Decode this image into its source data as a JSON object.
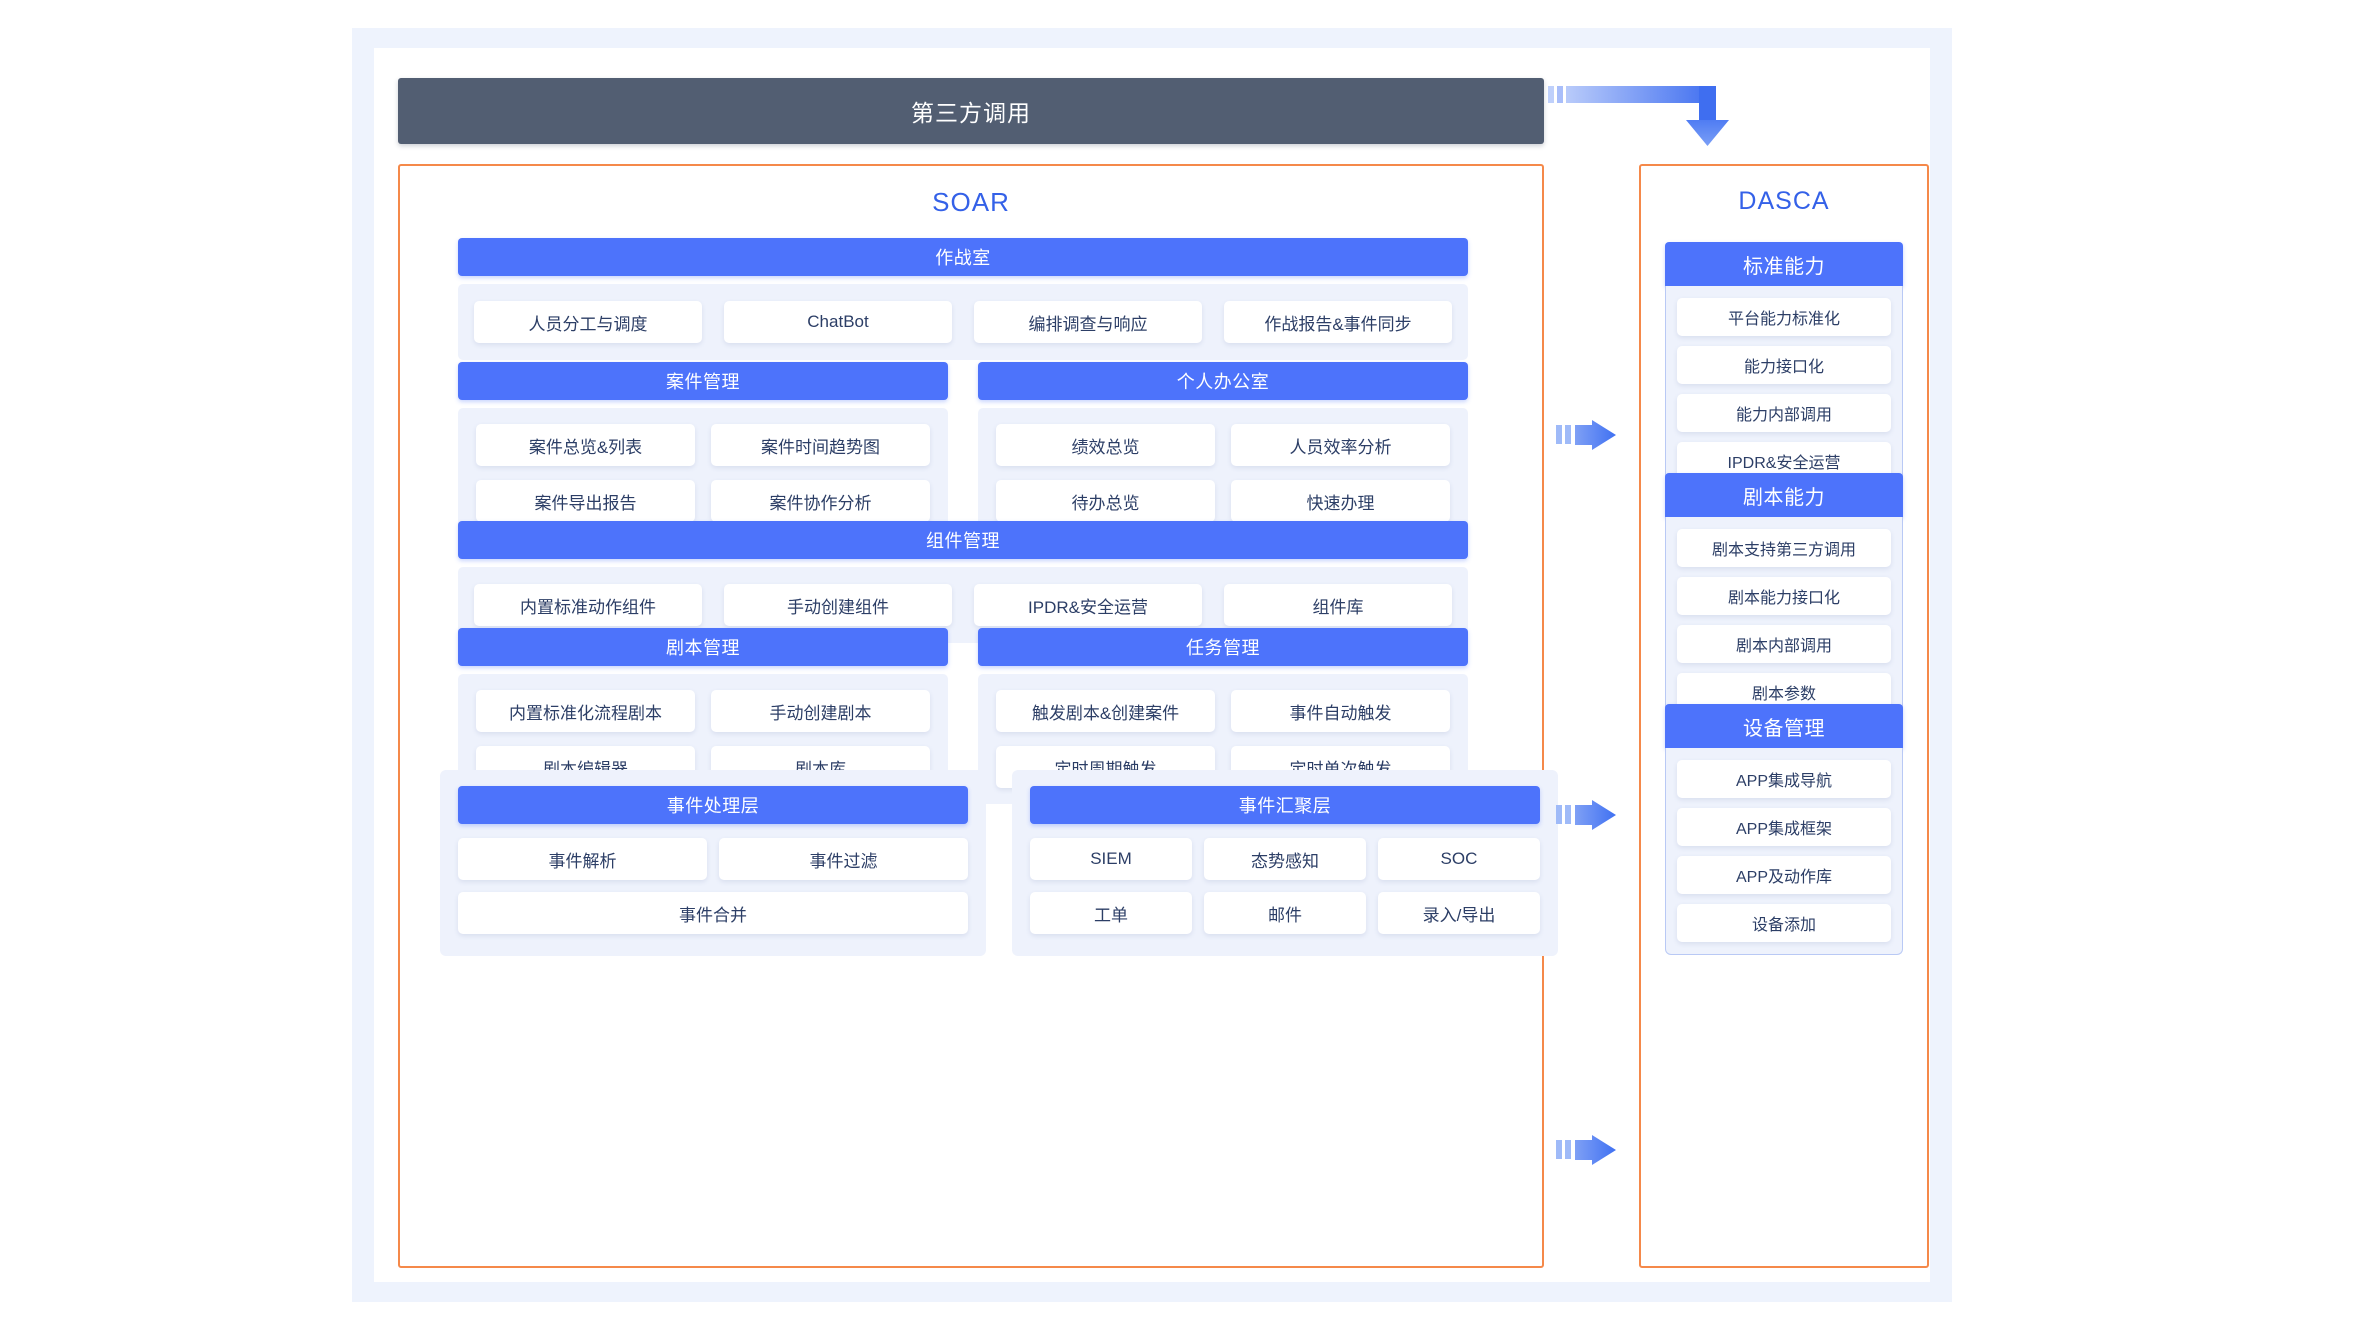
{
  "header": {
    "third_party_label": "第三方调用"
  },
  "colors": {
    "accent_blue": "#4d73fb",
    "title_blue": "#3461e8",
    "panel_orange": "#f5894a",
    "dark_bar": "#525e72",
    "body_light": "#eef2fc",
    "outer_band": "#eef3fd",
    "card_text": "#2c3e66"
  },
  "soar": {
    "title": "SOAR",
    "sections": {
      "warroom": {
        "title": "作战室",
        "items": [
          "人员分工与调度",
          "ChatBot",
          "编排调查与响应",
          "作战报告&事件同步"
        ]
      },
      "case": {
        "title": "案件管理",
        "items": [
          "案件总览&列表",
          "案件时间趋势图",
          "案件导出报告",
          "案件协作分析"
        ]
      },
      "office": {
        "title": "个人办公室",
        "items": [
          "绩效总览",
          "人员效率分析",
          "待办总览",
          "快速办理"
        ]
      },
      "component": {
        "title": "组件管理",
        "items": [
          "内置标准动作组件",
          "手动创建组件",
          "IPDR&安全运营",
          "组件库"
        ]
      },
      "playbook": {
        "title": "剧本管理",
        "items": [
          "内置标准化流程剧本",
          "手动创建剧本",
          "剧本编辑器",
          "剧本库"
        ]
      },
      "task": {
        "title": "任务管理",
        "items": [
          "触发剧本&创建案件",
          "事件自动触发",
          "定时周期触发",
          "定时单次触发"
        ]
      },
      "event_process": {
        "title": "事件处理层",
        "items": [
          "事件解析",
          "事件过滤",
          "事件合并"
        ]
      },
      "event_collect": {
        "title": "事件汇聚层",
        "items": [
          "SIEM",
          "态势感知",
          "SOC",
          "工单",
          "邮件",
          "录入/导出"
        ]
      }
    }
  },
  "dasca": {
    "title": "DASCA",
    "blocks": [
      {
        "title": "标准能力",
        "items": [
          "平台能力标准化",
          "能力接口化",
          "能力内部调用",
          "IPDR&安全运营"
        ]
      },
      {
        "title": "剧本能力",
        "items": [
          "剧本支持第三方调用",
          "剧本能力接口化",
          "剧本内部调用",
          "剧本参数"
        ]
      },
      {
        "title": "设备管理",
        "items": [
          "APP集成导航",
          "APP集成框架",
          "APP及动作库",
          "设备添加"
        ]
      }
    ]
  },
  "connectors": {
    "top_arrow": "elbow-arrow-down",
    "side_arrows": [
      "fast-forward-arrow",
      "fast-forward-arrow",
      "fast-forward-arrow"
    ]
  }
}
